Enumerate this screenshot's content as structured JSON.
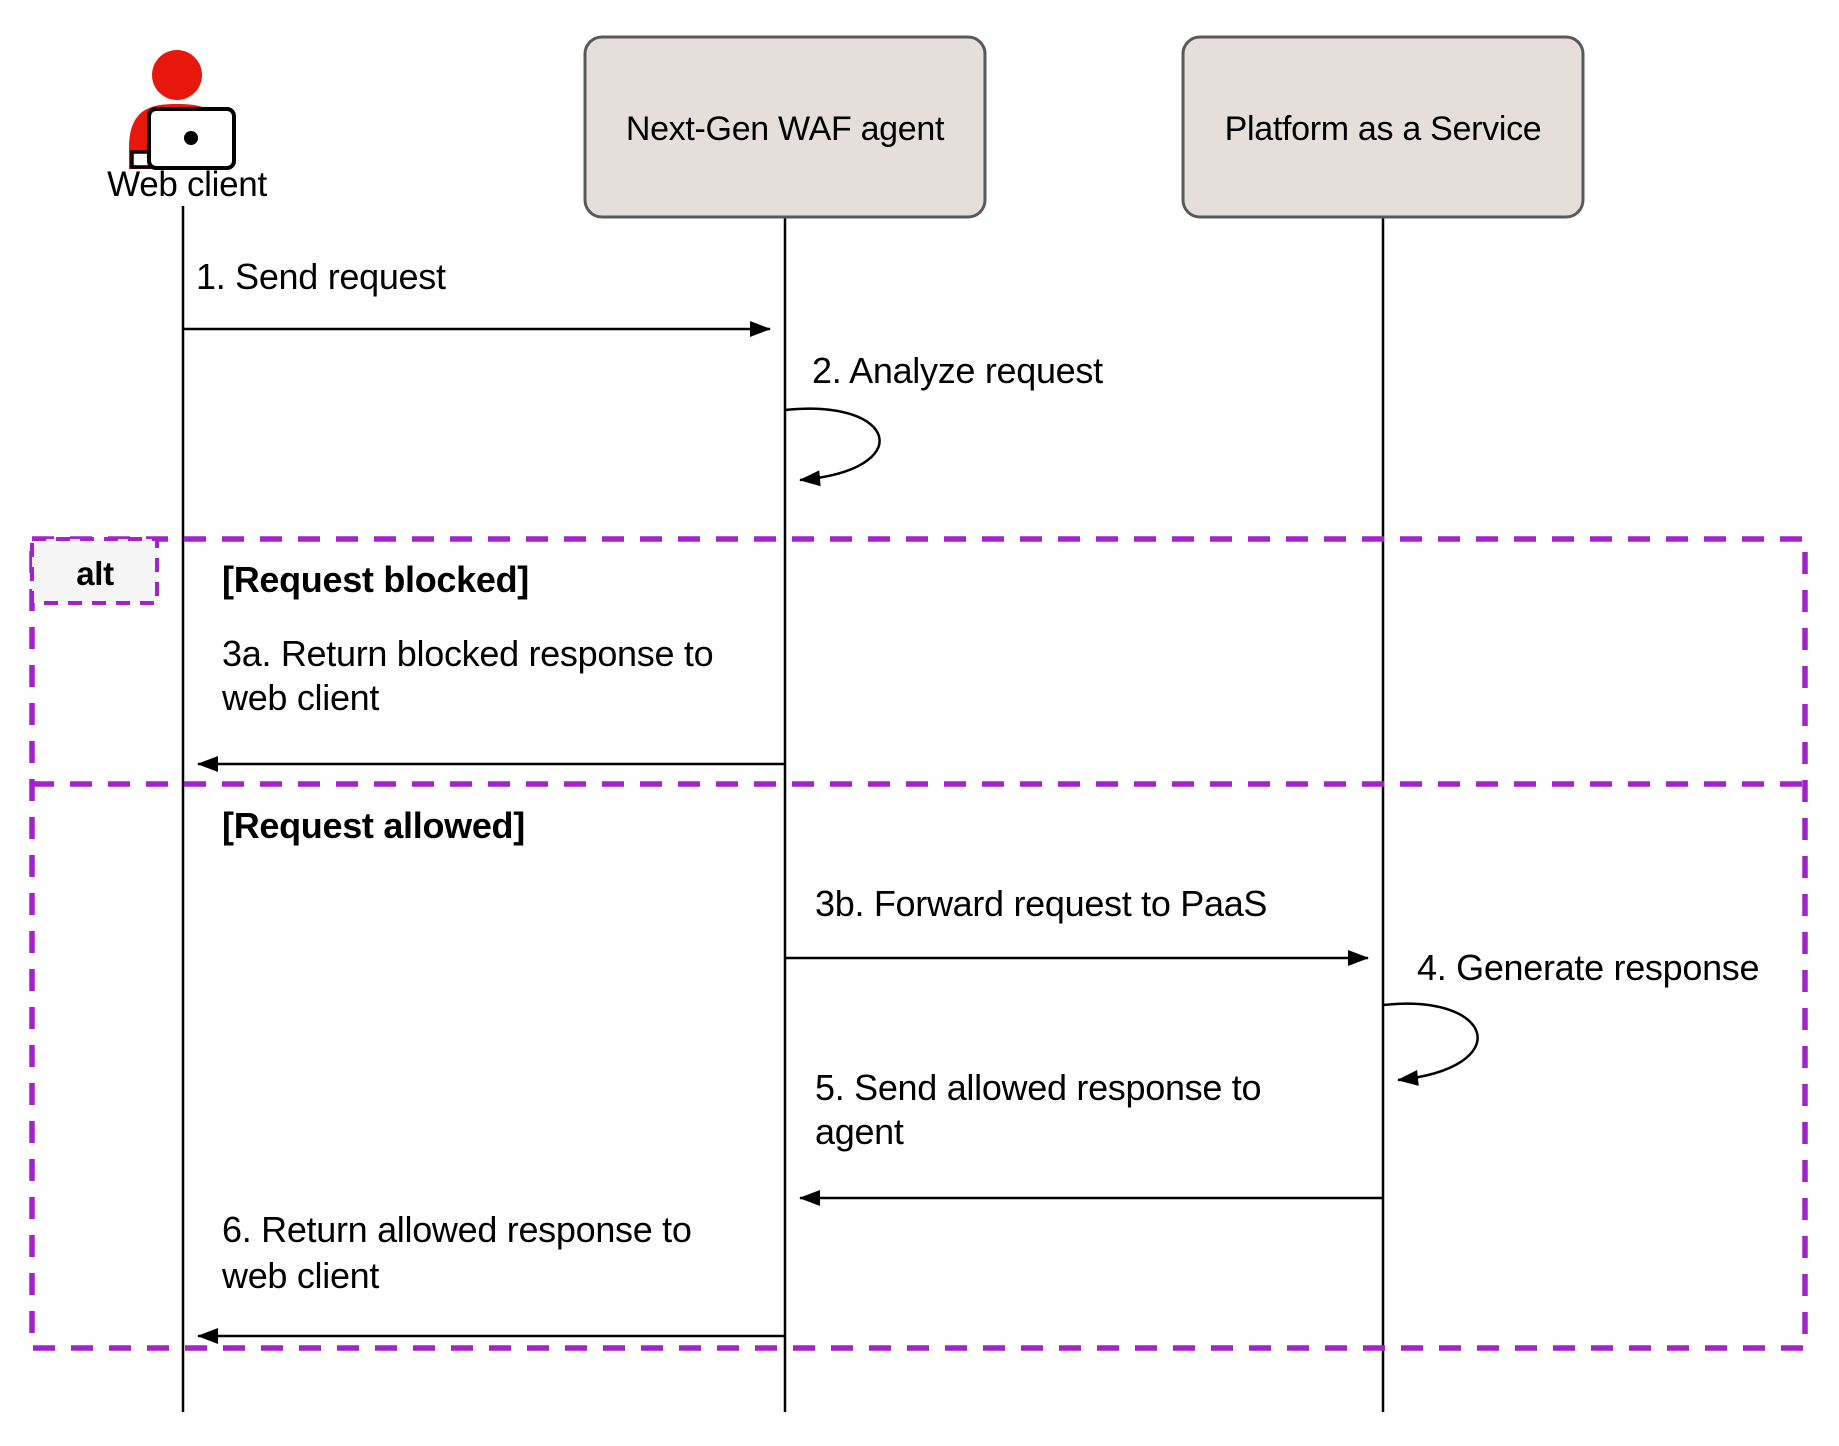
{
  "colors": {
    "purple": "#A322CC",
    "participant_fill": "#E6DEDA",
    "participant_border": "#595959",
    "actor_red": "#E8170B",
    "alt_label_fill": "#F5F5F5",
    "line_black": "#000000"
  },
  "participants": {
    "web_client": "Web client",
    "waf_agent": "Next-Gen WAF agent",
    "paas": "Platform as a Service"
  },
  "alt_frame": {
    "operator": "alt",
    "guards": {
      "blocked": "[Request blocked]",
      "allowed": "[Request allowed]"
    }
  },
  "messages": {
    "m1": "1. Send request",
    "m2": "2. Analyze request",
    "m3a": {
      "line1": "3a. Return blocked response to",
      "line2": "web client"
    },
    "m3b": "3b. Forward request to PaaS",
    "m4": "4. Generate response",
    "m5": {
      "line1": "5. Send allowed response to",
      "line2": "agent"
    },
    "m6": {
      "line1": "6. Return allowed response to",
      "line2": "web client"
    }
  }
}
